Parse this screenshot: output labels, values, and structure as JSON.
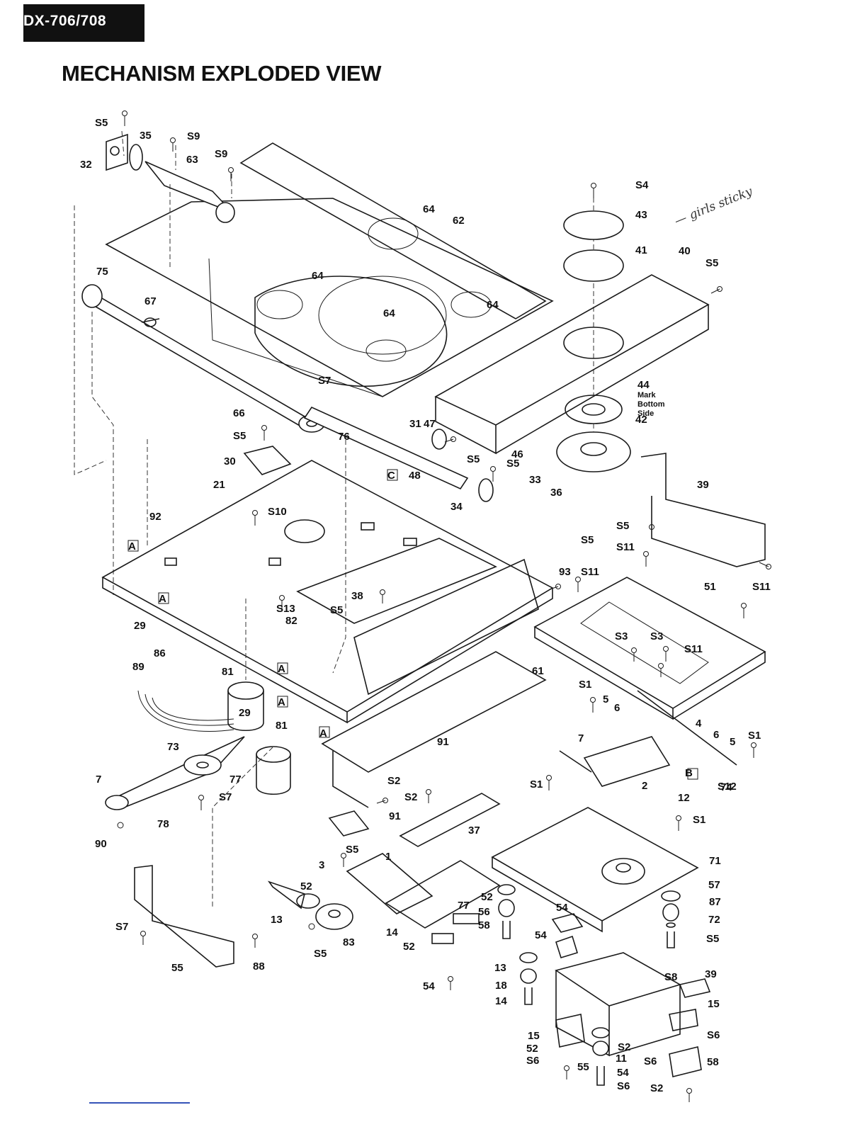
{
  "header": {
    "model": "DX-706/708",
    "title": "MECHANISM EXPLODED VIEW"
  },
  "handwritten_note": "— girls sticky",
  "mark_note": [
    "Mark",
    "Bottom",
    "Side"
  ],
  "part_labels": [
    "S5",
    "35",
    "S9",
    "32",
    "63",
    "S9",
    "S4",
    "64",
    "62",
    "43",
    "41",
    "40",
    "S5",
    "75",
    "64",
    "67",
    "64",
    "64",
    "S7",
    "44",
    "66",
    "42",
    "S5",
    "76",
    "31",
    "47",
    "S5",
    "46",
    "30",
    "C",
    "48",
    "S5",
    "33",
    "21",
    "92",
    "34",
    "36",
    "39",
    "S10",
    "A",
    "S5",
    "S13",
    "S5",
    "S11",
    "93",
    "S11",
    "38",
    "A",
    "51",
    "S11",
    "S5",
    "29",
    "82",
    "S3",
    "S3",
    "S11",
    "86",
    "89",
    "81",
    "A",
    "61",
    "S1",
    "A",
    "29",
    "5",
    "6",
    "81",
    "A",
    "4",
    "91",
    "6",
    "5",
    "S1",
    "73",
    "7",
    "77",
    "B",
    "7",
    "74",
    "S2",
    "S1",
    "S7",
    "S2",
    "2",
    "12",
    "78",
    "91",
    "S1",
    "S12",
    "90",
    "37",
    "S5",
    "3",
    "1",
    "71",
    "52",
    "52",
    "57",
    "56",
    "87",
    "77",
    "13",
    "54",
    "58",
    "72",
    "83",
    "14",
    "54",
    "S5",
    "S7",
    "S5",
    "88",
    "52",
    "13",
    "39",
    "55",
    "18",
    "S8",
    "54",
    "14",
    "15",
    "15",
    "S6",
    "52",
    "S2",
    "S6",
    "55",
    "11",
    "S6",
    "58",
    "54",
    "S6",
    "S2"
  ]
}
